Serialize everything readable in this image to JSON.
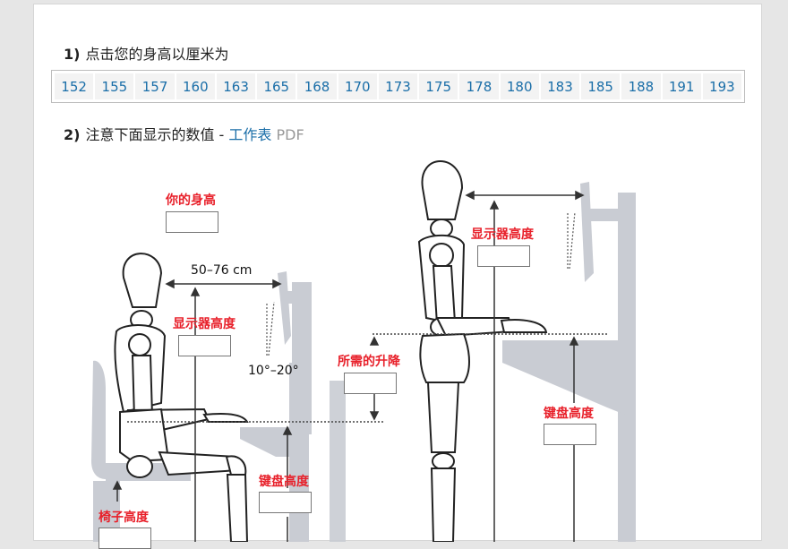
{
  "step1": {
    "number": "1)",
    "text": "点击您的身高以厘米为"
  },
  "heights": [
    "152",
    "155",
    "157",
    "160",
    "163",
    "165",
    "168",
    "170",
    "173",
    "175",
    "178",
    "180",
    "183",
    "185",
    "188",
    "191",
    "193"
  ],
  "step2": {
    "number": "2)",
    "text": "注意下面显示的数值 - ",
    "worksheet_link": "工作表",
    "pdf_label": "PDF"
  },
  "diagram": {
    "your_height_label": "你的身高",
    "sitting": {
      "distance_label": "50–76 cm",
      "monitor_height_label": "显示器高度",
      "angle_label": "10°–20°",
      "keyboard_height_label": "键盘高度",
      "chair_height_label": "椅子高度"
    },
    "required_lift_label": "所需的升降",
    "standing": {
      "monitor_height_label": "显示器高度",
      "keyboard_height_label": "键盘高度"
    },
    "colors": {
      "label_red": "#e8202a",
      "furniture_gray": "#c9ccd3",
      "link_blue": "#1a6ea8"
    }
  }
}
